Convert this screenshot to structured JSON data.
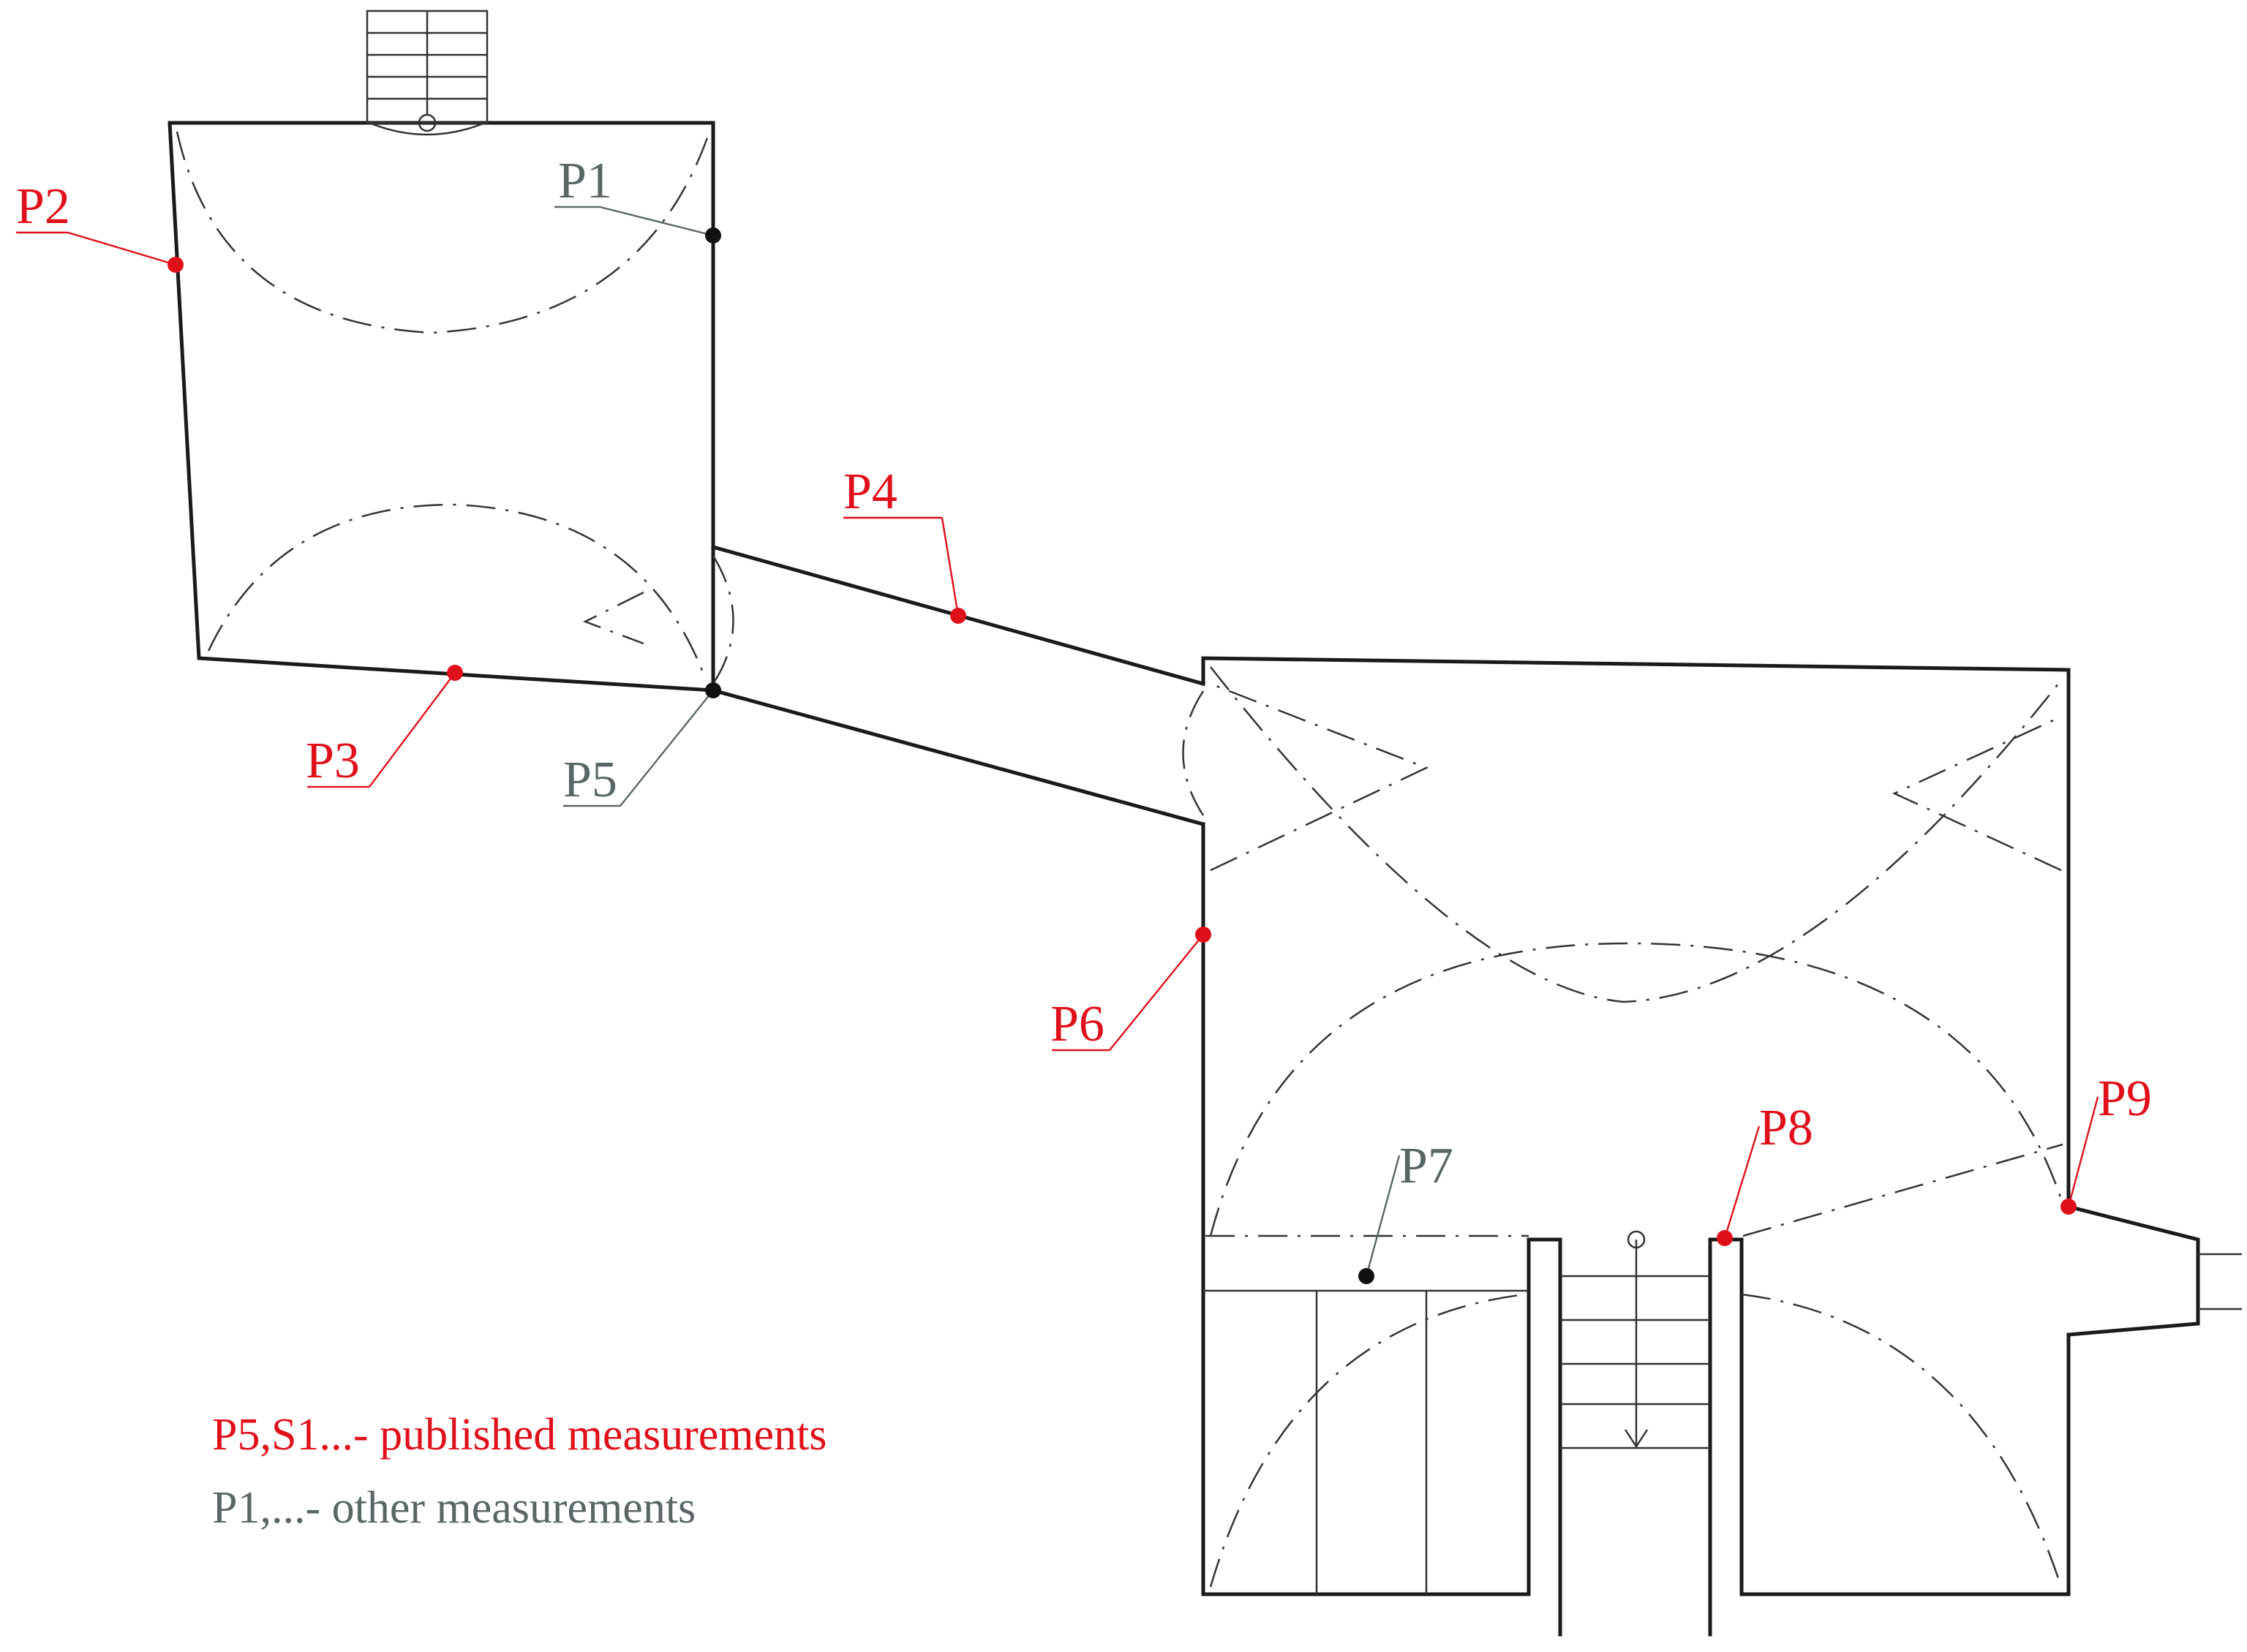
{
  "colors": {
    "published": "#e0101a",
    "other": "#5a6666",
    "point_other": "#111111",
    "ink": "#1a1a1a"
  },
  "labels": {
    "P1": "P1",
    "P2": "P2",
    "P3": "P3",
    "P4": "P4",
    "P5": "P5",
    "P6": "P6",
    "P7": "P7",
    "P8": "P8",
    "P9": "P9"
  },
  "legend": {
    "published": "P5,S1...- published measurements",
    "other": "P1,...- other measurements"
  }
}
